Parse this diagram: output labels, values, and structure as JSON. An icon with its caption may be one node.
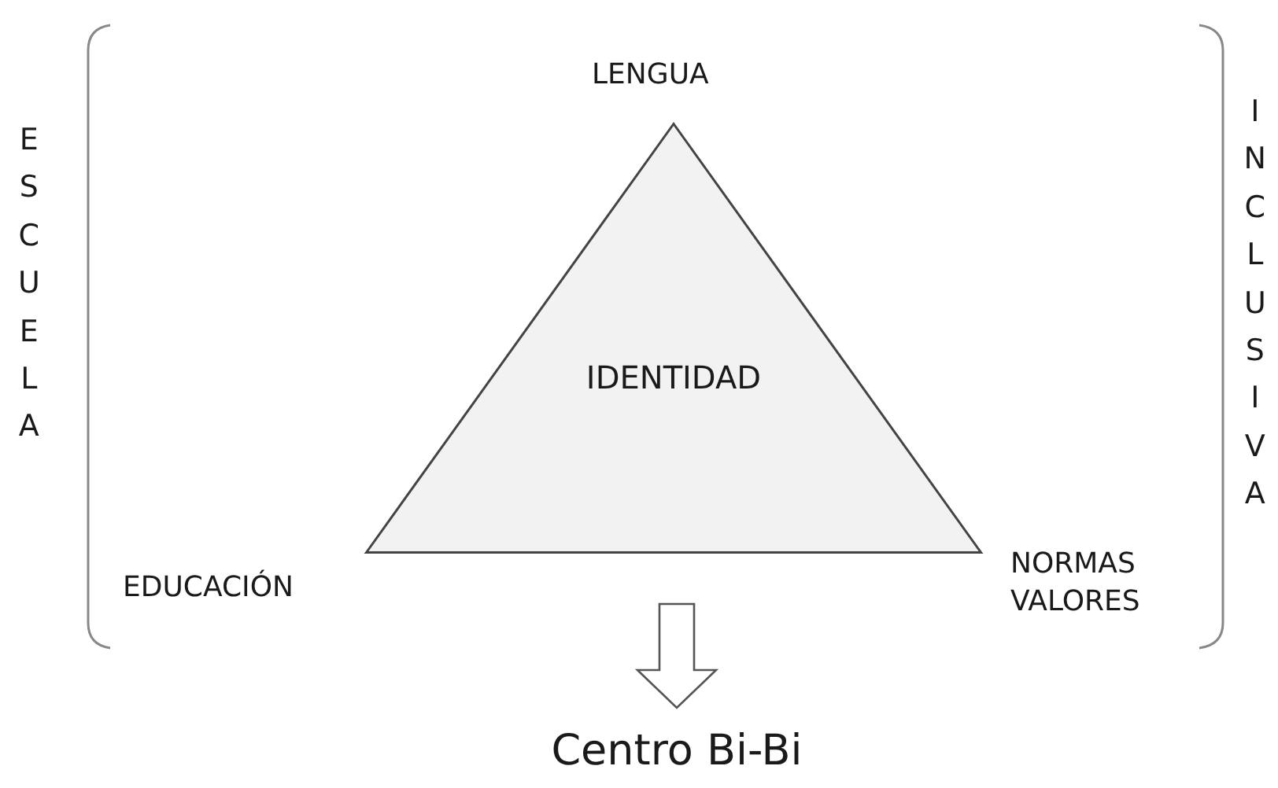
{
  "diagram": {
    "nodes": [
      {
        "text": [
          "IDENTIDAD"
        ]
      },
      {
        "text": [
          "Centro Bi-Bi"
        ]
      }
    ],
    "edges": [
      {
        "from": 0,
        "to": 1,
        "arrow": "to"
      }
    ],
    "labels": [
      "LENGUA",
      "ESCUELA",
      "INCLUSIVA",
      "EDUCACIÓN",
      "NORMAS VALORES"
    ]
  }
}
